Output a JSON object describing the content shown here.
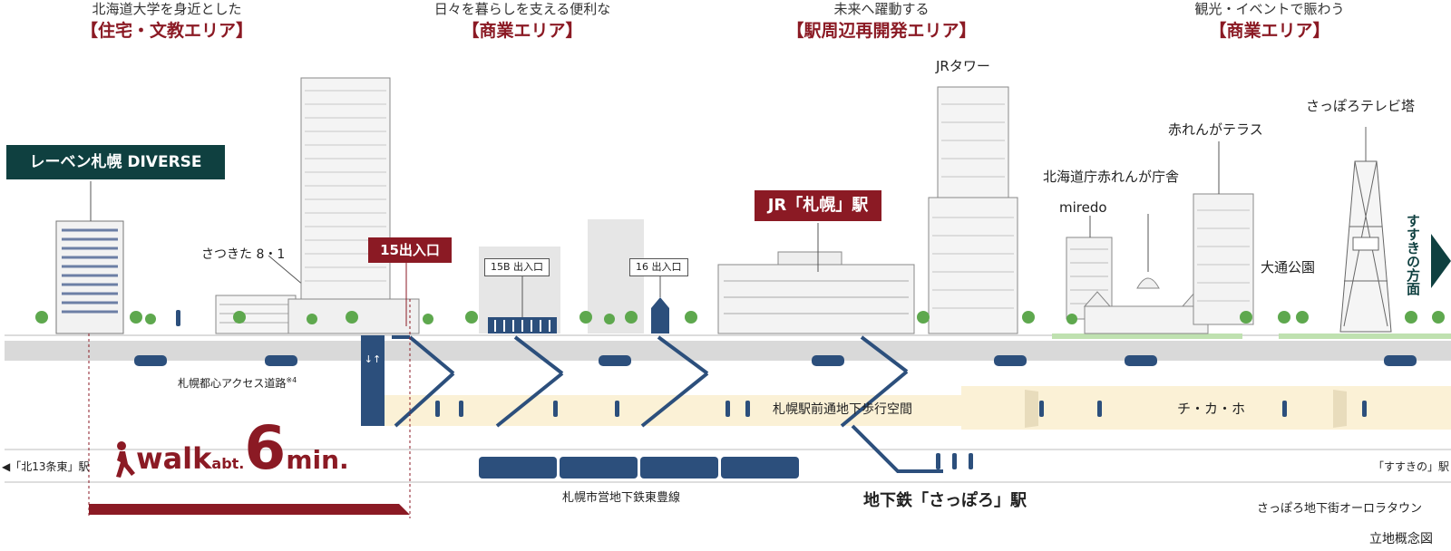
{
  "zones": [
    {
      "sub": "北海道大学を身近とした",
      "title": "【住宅・文教エリア】"
    },
    {
      "sub": "日々を暮らしを支える便利な",
      "title": "【商業エリア】"
    },
    {
      "sub": "未来へ躍動する",
      "title": "【駅周辺再開発エリア】"
    },
    {
      "sub": "観光・イベントで賑わう",
      "title": "【商業エリア】"
    }
  ],
  "property": {
    "name": "レーベン札幌 DIVERSE"
  },
  "station_tag": "JR「札幌」駅",
  "exits": {
    "e15": "15出入口",
    "e15b": "15B 出入口",
    "e16": "16 出入口"
  },
  "landmarks": {
    "sapporo81": "さつきた 8・1",
    "jr_tower": "JRタワー",
    "miredo": "miredo",
    "red_brick_office": "北海道庁赤れんが庁舎",
    "red_brick_terrace": "赤れんがテラス",
    "tv_tower": "さっぽろテレビ塔",
    "odori_park": "大通公園",
    "susukino_dir": "すすきの方面"
  },
  "road": {
    "label": "札幌都心アクセス道路",
    "note": "※4"
  },
  "underground": {
    "walkway": "札幌駅前通地下歩行空間",
    "chikaho": "チ・カ・ホ",
    "line": "札幌市営地下鉄東豊線",
    "subway_station": "地下鉄「さっぽろ」駅",
    "left_station": "◀「北13条東」駅",
    "right_station": "「すすきの」駅 ▶",
    "aurora": "さっぽろ地下街オーロラタウン"
  },
  "walk": {
    "word": "walk",
    "abt": "abt.",
    "number": "6",
    "unit": "min."
  },
  "caption": "立地概念図",
  "colors": {
    "accent": "#8b1a24",
    "navy": "#2c4f7c",
    "dark_green": "#0f4040",
    "tree": "#5ea84e",
    "ground": "#d9d9d9"
  }
}
